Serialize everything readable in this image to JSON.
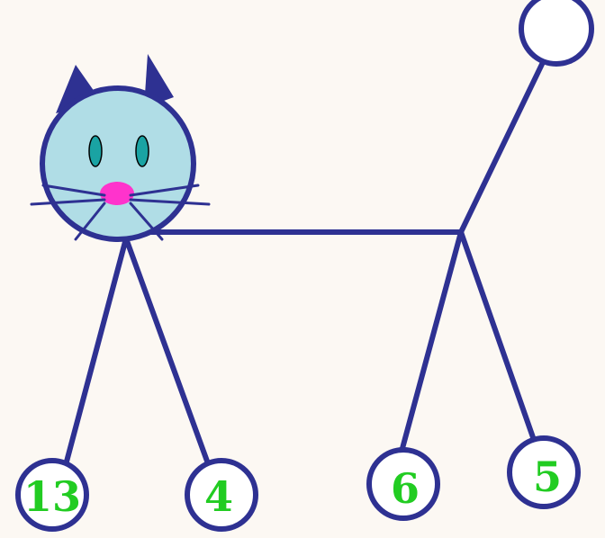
{
  "diagram": {
    "colors": {
      "background": "#fcf8f3",
      "stroke": "#2e3192",
      "head_fill": "#b0dde6",
      "eye_fill": "#1aa3a3",
      "nose_fill": "#ff33cc",
      "label_color": "#22cc22",
      "node_fill": "#ffffff"
    },
    "nodes": [
      {
        "id": "tail-tip",
        "label": ""
      },
      {
        "id": "front-left-paw",
        "label": "13"
      },
      {
        "id": "front-right-paw",
        "label": "4"
      },
      {
        "id": "back-left-paw",
        "label": "6"
      },
      {
        "id": "back-right-paw",
        "label": "5"
      }
    ]
  }
}
